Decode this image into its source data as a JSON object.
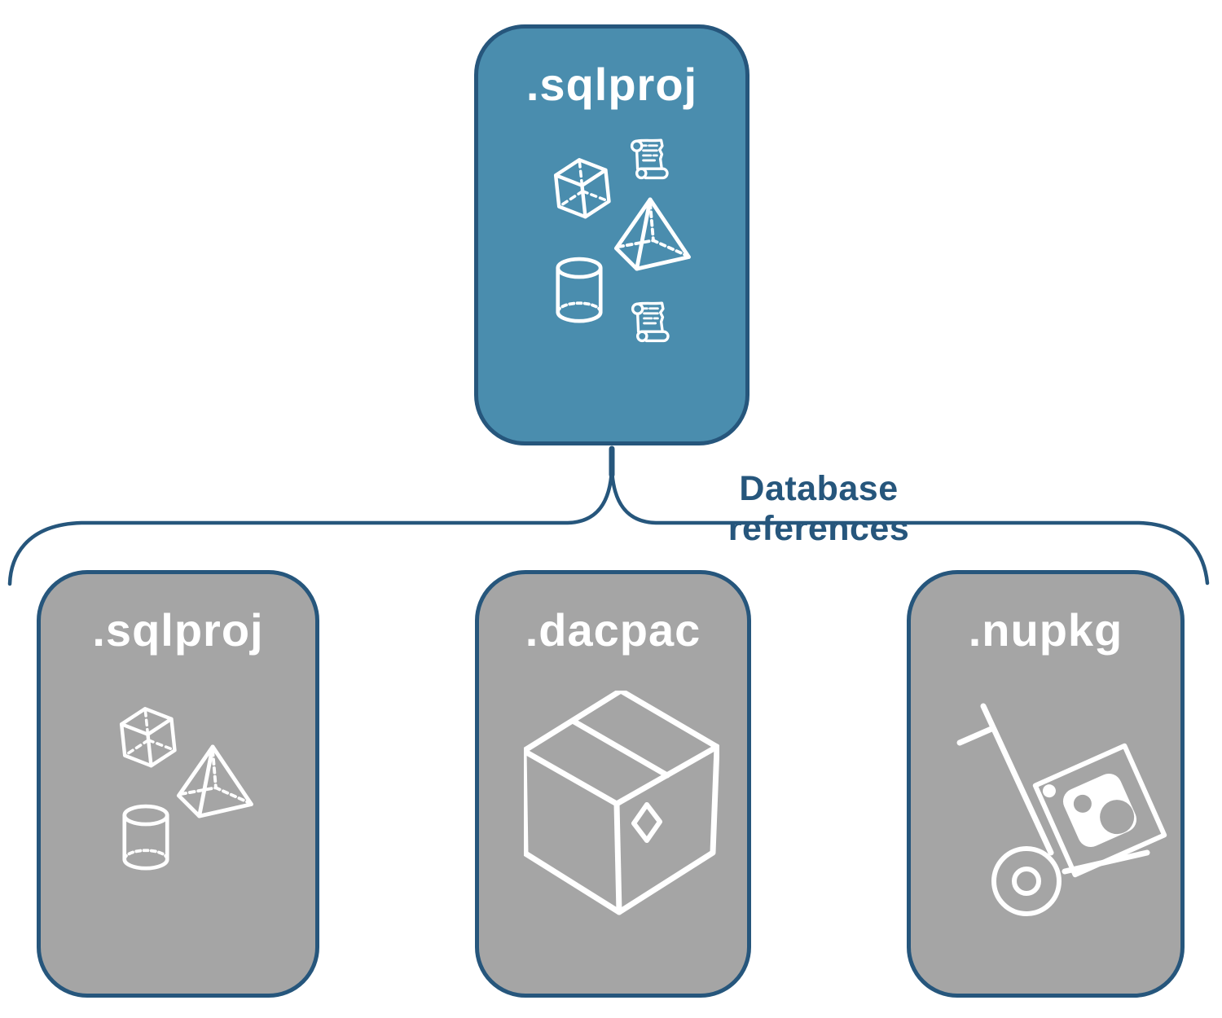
{
  "title": "SQL project database references diagram",
  "colors": {
    "navy": "#26567C",
    "teal": "#4A8DAE",
    "gray": "#A5A5A5",
    "white": "#FFFFFF",
    "background": "#FFFFFF"
  },
  "root_node": {
    "label": ".sqlproj",
    "icons": [
      "cube-icon",
      "scroll-icon",
      "pyramid-icon",
      "cylinder-icon",
      "scroll-icon"
    ]
  },
  "connector_label": "Database references",
  "children": [
    {
      "label": ".sqlproj",
      "icons": [
        "cube-icon",
        "pyramid-icon",
        "cylinder-icon"
      ]
    },
    {
      "label": ".dacpac",
      "icons": [
        "package-box-icon"
      ]
    },
    {
      "label": ".nupkg",
      "icons": [
        "hand-truck-icon",
        "nuget-package-icon"
      ]
    }
  ]
}
